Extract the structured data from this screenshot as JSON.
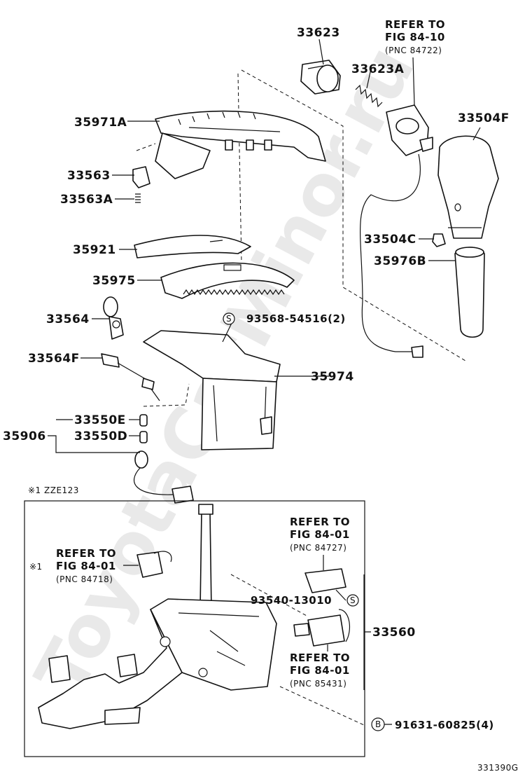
{
  "watermark": "ToyotaCarMinor.ru",
  "parts": {
    "p33623": "33623",
    "p33623A": "33623A",
    "p35971A": "35971A",
    "p33563": "33563",
    "p33563A": "33563A",
    "p33504F": "33504F",
    "p33504C": "33504C",
    "p35976B": "35976B",
    "p35921": "35921",
    "p35975": "35975",
    "p33564": "33564",
    "p33564F": "33564F",
    "p35974": "35974",
    "p33550E": "33550E",
    "p33550D": "33550D",
    "p35906": "35906",
    "p33560": "33560"
  },
  "bolts": {
    "b1_symbol": "S",
    "b1_pn": "93568-54516(2)",
    "b2_symbol": "S",
    "b2_pn": "93540-13010",
    "b3_symbol": "B",
    "b3_pn": "91631-60825(4)"
  },
  "refs": {
    "top": {
      "l1": "REFER TO",
      "l2": "FIG 84-10",
      "l3": "(PNC 84722)"
    },
    "left": {
      "l1": "REFER TO",
      "mark": "※1",
      "l2": "FIG 84-01",
      "l3": "(PNC 84718)"
    },
    "right1": {
      "l1": "REFER TO",
      "l2": "FIG 84-01",
      "l3": "(PNC 84727)"
    },
    "right2": {
      "l1": "REFER TO",
      "l2": "FIG 84-01",
      "l3": "(PNC 85431)"
    }
  },
  "footnote": "※1 ZZE123",
  "figure_id": "331390G"
}
